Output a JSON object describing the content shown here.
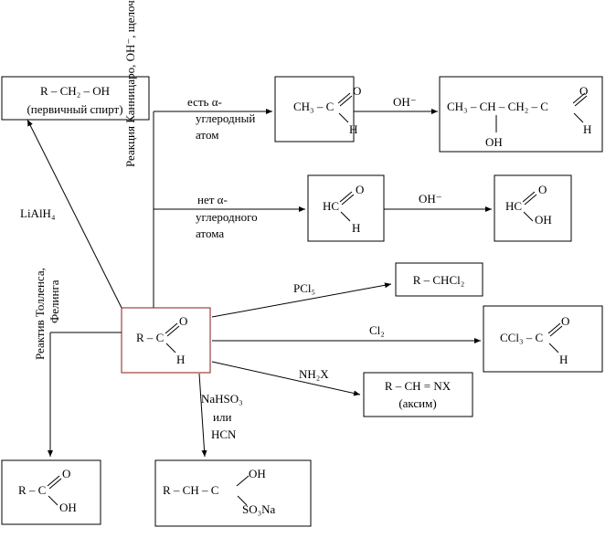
{
  "nodes": {
    "primary_alcohol": {
      "formula": "R – CH₂ – OH",
      "caption": "(первичный спирт)"
    },
    "acetaldehyde": {
      "left": "CH₃ – C",
      "o": "O",
      "h": "H"
    },
    "aldol": {
      "chain": "CH₃ – CH – CH₂ – C",
      "oh": "OH",
      "o": "O",
      "h": "H"
    },
    "formaldehyde": {
      "left": "HC",
      "o": "O",
      "h": "H"
    },
    "formic_acid": {
      "left": "HC",
      "o": "O",
      "oh": "OH"
    },
    "dichloride": {
      "formula": "R – CHCl₂"
    },
    "aldehyde": {
      "left": "R – C",
      "o": "O",
      "h": "H"
    },
    "chloral": {
      "left": "CCl₃ – C",
      "o": "O",
      "h": "H"
    },
    "oxime": {
      "formula": "R – CH = NX",
      "caption": "(аксим)"
    },
    "carboxylic_acid": {
      "left": "R – C",
      "o": "O",
      "oh": "OH"
    },
    "bisulfite_adduct": {
      "left": "R – CH – C",
      "oh": "OH",
      "so3na": "SO₃Na"
    }
  },
  "labels": {
    "cannizzaro": "Реакция Канницаро, OH⁻, щелочь",
    "alpha_yes": [
      "есть  α-",
      "углеродный",
      "атом"
    ],
    "alpha_no": [
      "нет  α-",
      "углеродного",
      "атома"
    ],
    "oh_minus_1": "OH⁻",
    "oh_minus_2": "OH⁻",
    "lialh4": "LiAlH₄",
    "tollens": [
      "Реактив Толленса,",
      "Фелинга"
    ],
    "pcl5": "PCl₅",
    "cl2": "Cl₂",
    "nh2x": "NH₂X",
    "nahso3": [
      "NaHSO₃",
      "или",
      "HCN"
    ]
  }
}
